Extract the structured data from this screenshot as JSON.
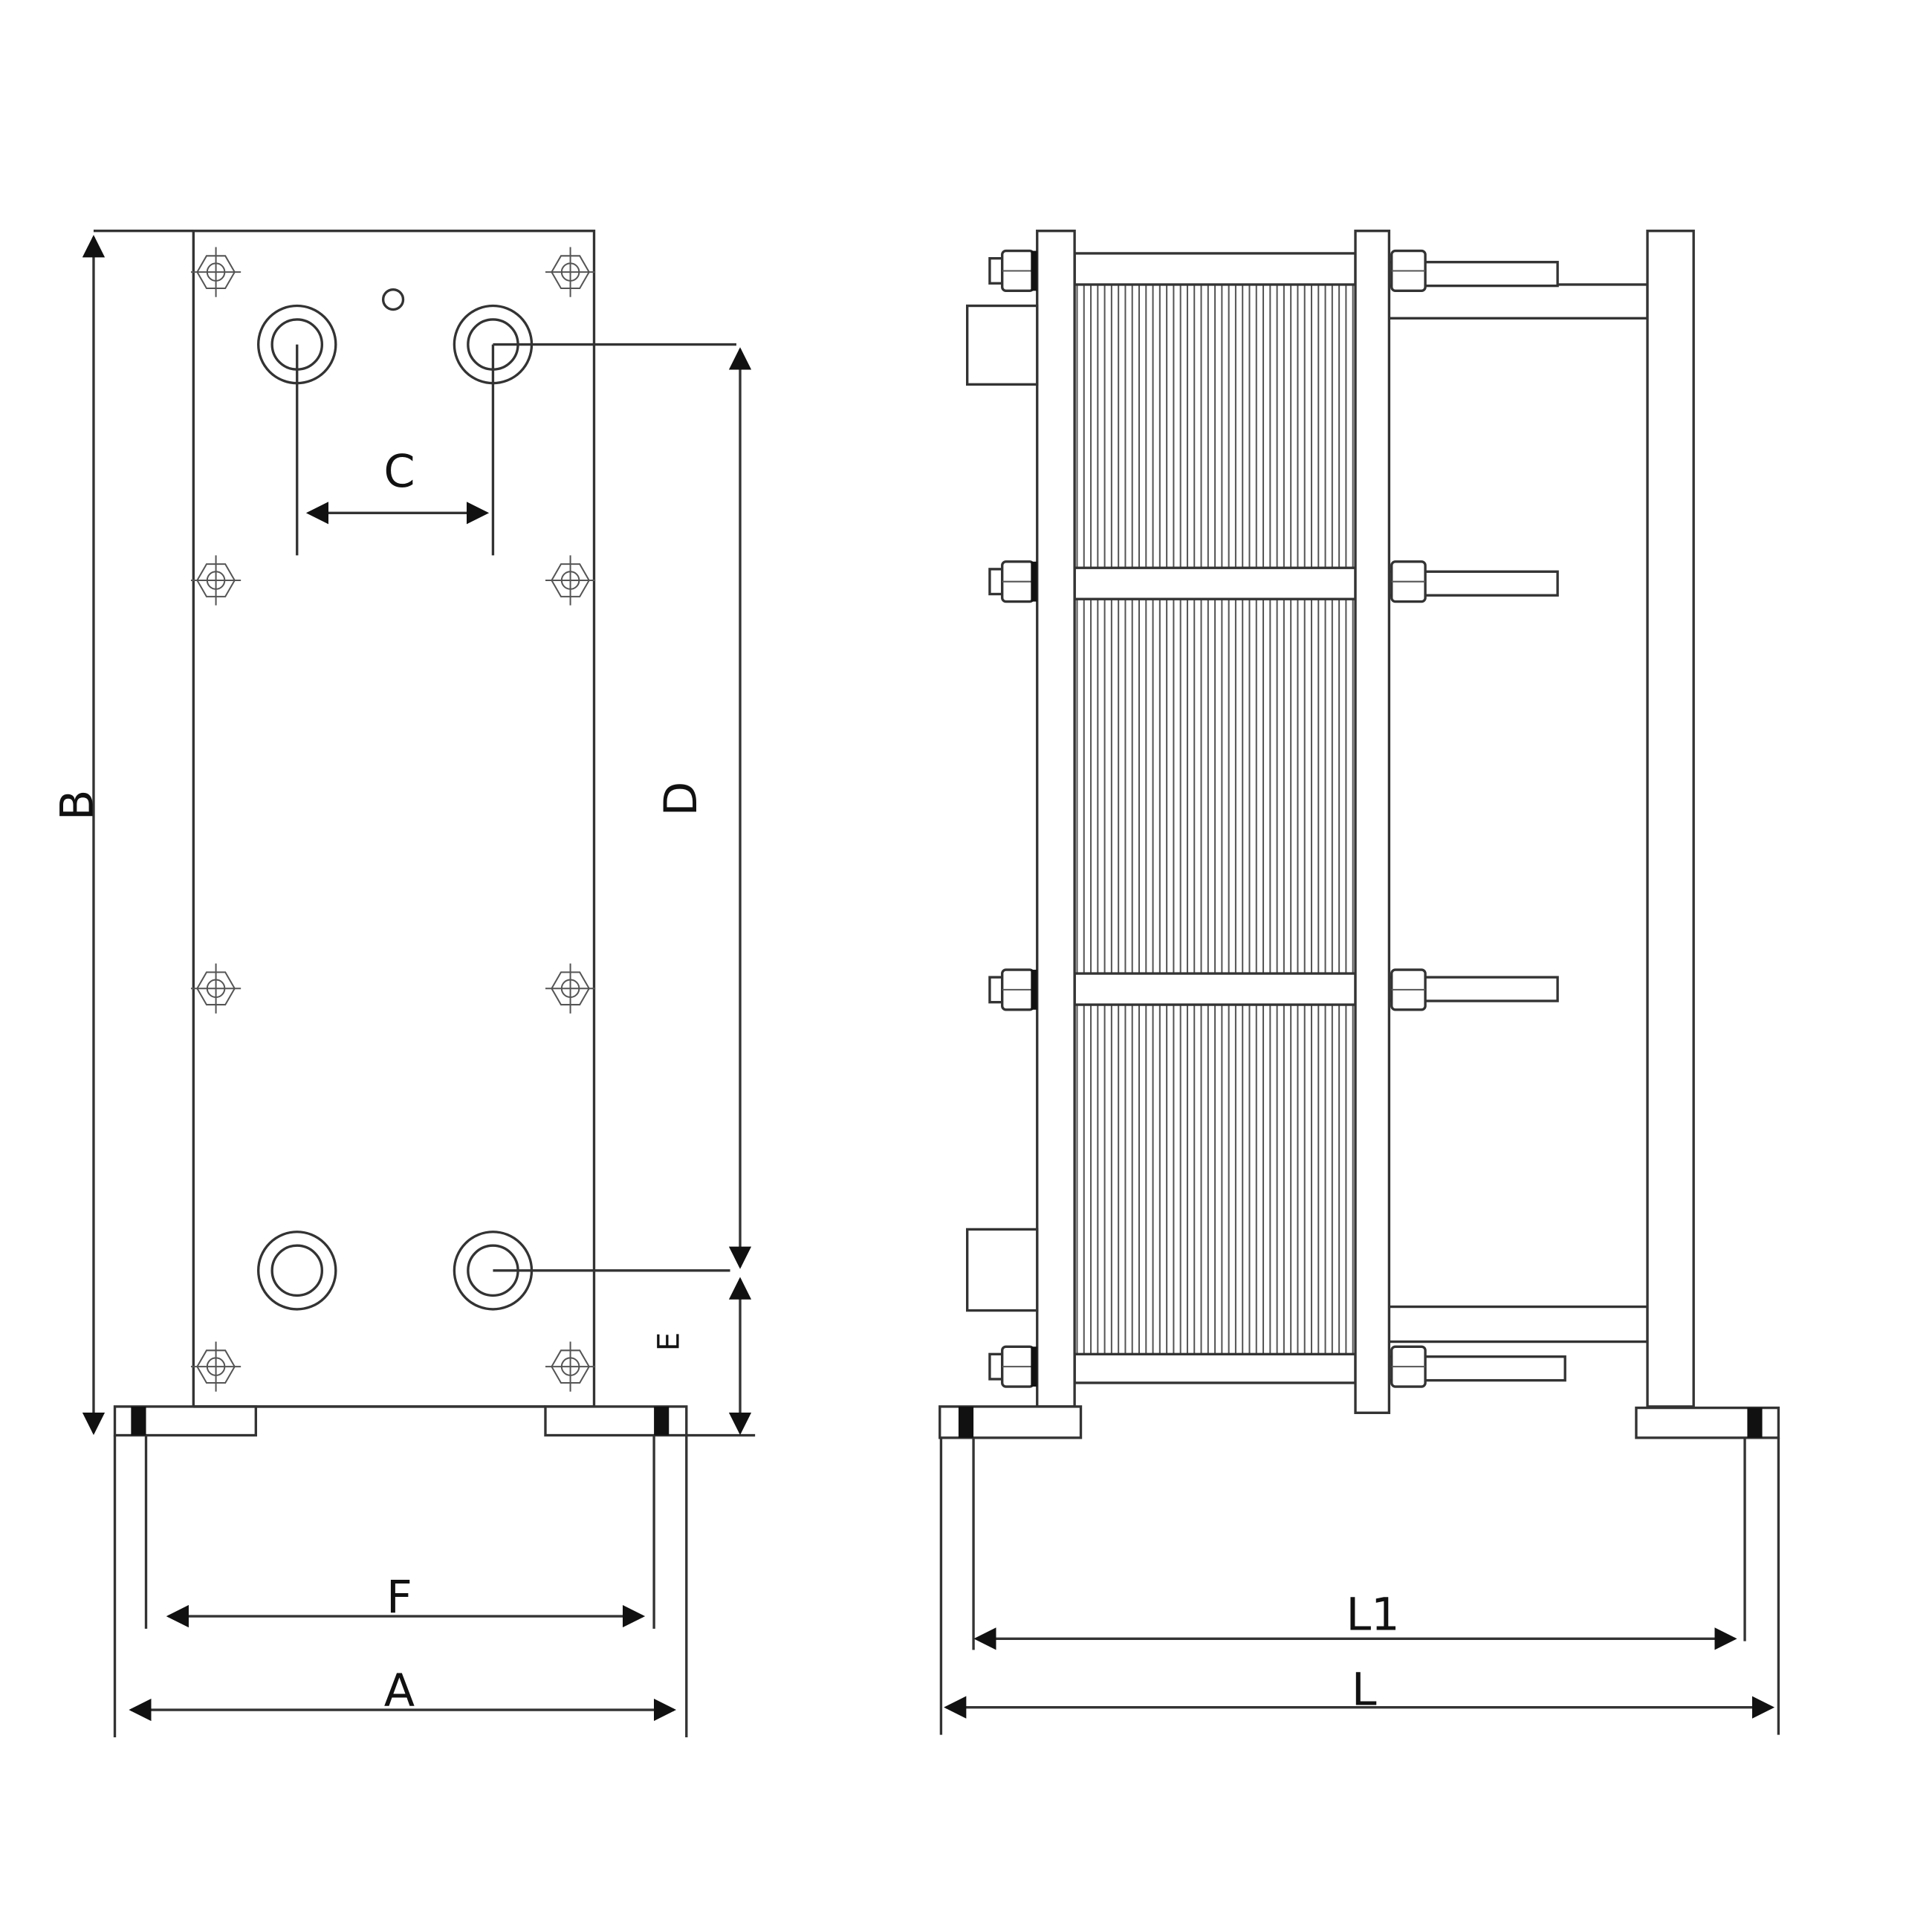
{
  "title": "Plate heat exchanger dimension drawing",
  "colors": {
    "line": "#333333",
    "background": "#ffffff"
  },
  "front_view": {
    "labels": {
      "B": "B",
      "C": "C",
      "D": "D",
      "E": "E",
      "F": "F",
      "A": "A"
    }
  },
  "side_view": {
    "labels": {
      "L1": "L1",
      "L": "L"
    },
    "plate_line_count": 40
  }
}
